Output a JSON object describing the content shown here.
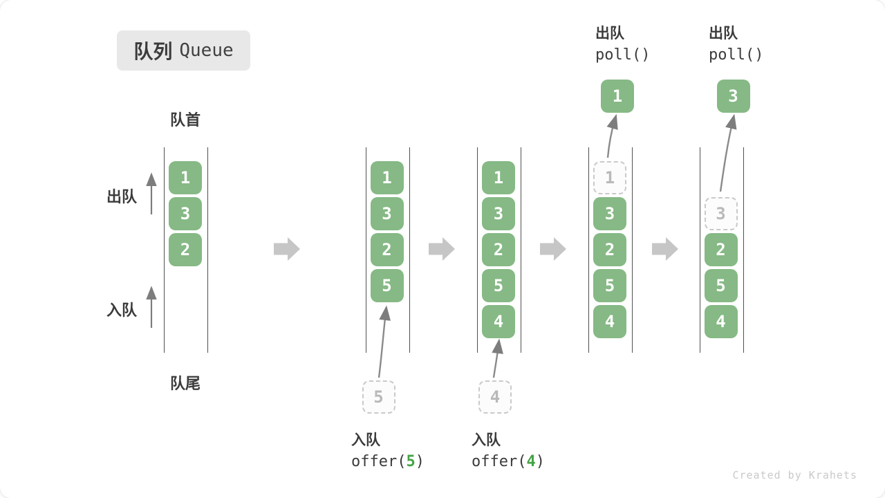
{
  "title": {
    "cn": "队列",
    "en": "Queue"
  },
  "labels": {
    "front": "队首",
    "rear": "队尾",
    "dequeue": "出队",
    "enqueue": "入队"
  },
  "colors": {
    "box_green": "#86b985",
    "accent_green": "#44a344",
    "dashed_grey": "#c9c9c9",
    "arrow_block_grey": "#c6c6c6",
    "arrow_thin_grey": "#8a8a8a",
    "text_dark": "#3b3b3b"
  },
  "states": [
    {
      "name": "state-1-initial",
      "slots": [
        {
          "value": "1",
          "style": "solid"
        },
        {
          "value": "3",
          "style": "solid"
        },
        {
          "value": "2",
          "style": "solid"
        }
      ]
    },
    {
      "name": "state-2-enqueue-5",
      "slots": [
        {
          "value": "1",
          "style": "solid"
        },
        {
          "value": "3",
          "style": "solid"
        },
        {
          "value": "2",
          "style": "solid"
        },
        {
          "value": "5",
          "style": "solid"
        }
      ],
      "enqueue": {
        "value": "5",
        "label": "入队",
        "code_pre": "offer(",
        "code_arg": "5",
        "code_post": ")"
      }
    },
    {
      "name": "state-3-enqueue-4",
      "slots": [
        {
          "value": "1",
          "style": "solid"
        },
        {
          "value": "3",
          "style": "solid"
        },
        {
          "value": "2",
          "style": "solid"
        },
        {
          "value": "5",
          "style": "solid"
        },
        {
          "value": "4",
          "style": "solid"
        }
      ],
      "enqueue": {
        "value": "4",
        "label": "入队",
        "code_pre": "offer(",
        "code_arg": "4",
        "code_post": ")"
      }
    },
    {
      "name": "state-4-poll-1",
      "slots": [
        {
          "value": "1",
          "style": "dashed"
        },
        {
          "value": "3",
          "style": "solid"
        },
        {
          "value": "2",
          "style": "solid"
        },
        {
          "value": "5",
          "style": "solid"
        },
        {
          "value": "4",
          "style": "solid"
        }
      ],
      "dequeue": {
        "value": "1",
        "label": "出队",
        "code": "poll()"
      }
    },
    {
      "name": "state-5-poll-3",
      "slots": [
        {
          "style": "empty"
        },
        {
          "value": "3",
          "style": "dashed"
        },
        {
          "value": "2",
          "style": "solid"
        },
        {
          "value": "5",
          "style": "solid"
        },
        {
          "value": "4",
          "style": "solid"
        }
      ],
      "dequeue": {
        "value": "3",
        "label": "出队",
        "code": "poll()"
      }
    }
  ],
  "watermark": "Created by Krahets"
}
